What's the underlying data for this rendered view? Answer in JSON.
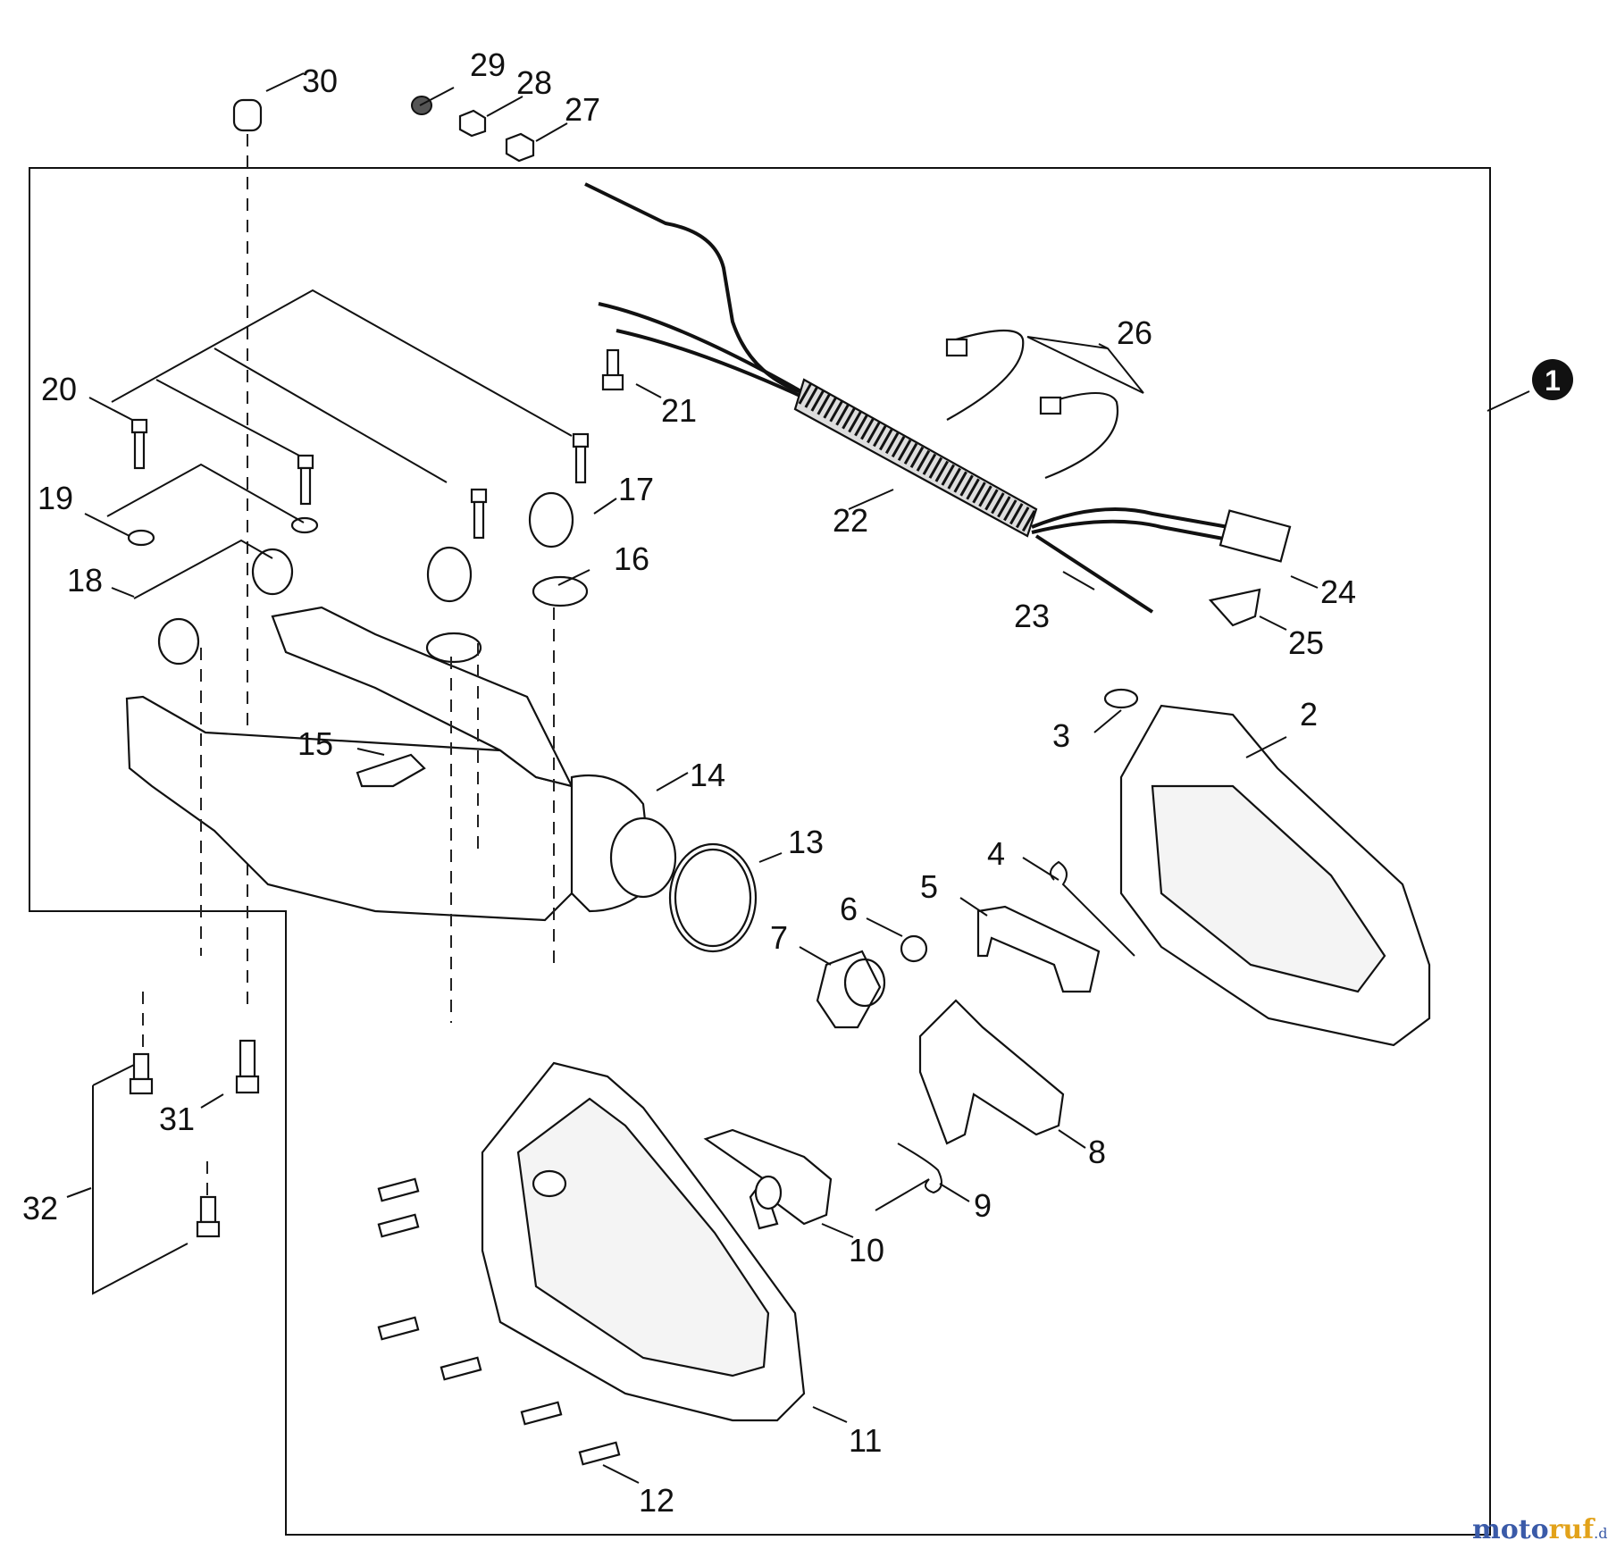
{
  "diagram": {
    "assembly_badge": "1",
    "callouts": [
      "2",
      "3",
      "4",
      "5",
      "6",
      "7",
      "8",
      "9",
      "10",
      "11",
      "12",
      "13",
      "14",
      "15",
      "16",
      "17",
      "18",
      "19",
      "20",
      "21",
      "22",
      "23",
      "24",
      "25",
      "26",
      "27",
      "28",
      "29",
      "30",
      "31",
      "32"
    ]
  },
  "watermark": {
    "part_a": "moto",
    "part_b": "ruf",
    "suffix": ".de"
  }
}
